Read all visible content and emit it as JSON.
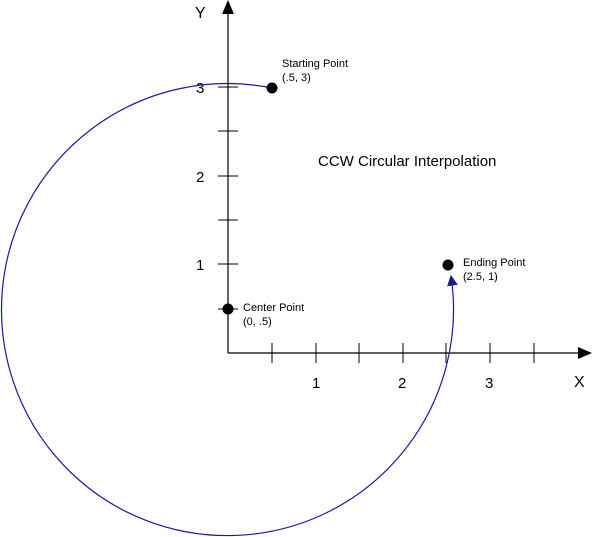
{
  "axes": {
    "x_label": "X",
    "y_label": "Y",
    "x_ticks": [
      "1",
      "2",
      "3"
    ],
    "y_ticks": [
      "1",
      "2",
      "3"
    ]
  },
  "title": "CCW Circular Interpolation",
  "points": {
    "start": {
      "name": "Starting Point",
      "coords": "(.5, 3)",
      "x": 0.5,
      "y": 3
    },
    "end": {
      "name": "Ending Point",
      "coords": "(2.5, 1)",
      "x": 2.5,
      "y": 1
    },
    "center": {
      "name": "Center Point",
      "coords": "(0, .5)",
      "x": 0,
      "y": 0.5
    }
  },
  "colors": {
    "arc": "#1a1aa0",
    "axis": "#000000"
  }
}
